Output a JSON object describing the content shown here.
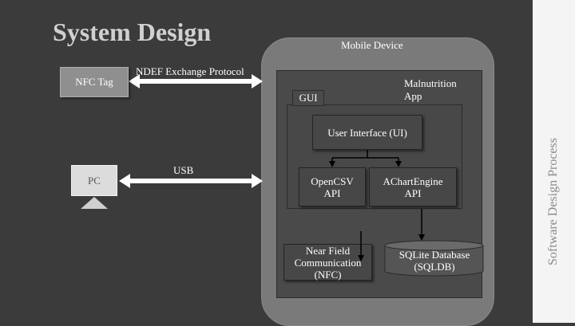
{
  "slide": {
    "title": "System Design",
    "side_title": "Software Design Process"
  },
  "diagram": {
    "nfc_tag": "NFC Tag",
    "pc": "PC",
    "ndef_protocol": "NDEF Exchange Protocol",
    "usb": "USB",
    "mobile_device": "Mobile Device",
    "malnutrition_app_line1": "Malnutrition",
    "malnutrition_app_line2": "App",
    "gui": "GUI",
    "user_interface": "User Interface (UI)",
    "opencsv_line1": "OpenCSV",
    "opencsv_line2": "API",
    "achartengine_line1": "AChartEngine",
    "achartengine_line2": "API",
    "nfc_line1": "Near Field",
    "nfc_line2": "Communication",
    "nfc_line3": "(NFC)",
    "sqlite_line1": "SQLite Database",
    "sqlite_line2": "(SQLDB)"
  },
  "colors": {
    "background": "#3b3b3b",
    "mobile_device": "#7a7a7a",
    "side_strip": "#f4f4f4"
  }
}
